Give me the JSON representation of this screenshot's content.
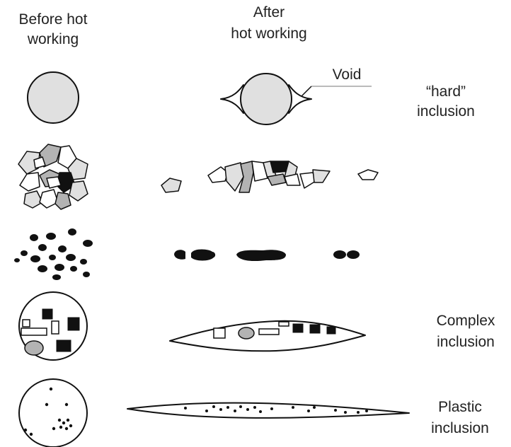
{
  "headers": {
    "before_line1": "Before hot",
    "before_line2": "working",
    "after_line1": "After",
    "after_line2": "hot working"
  },
  "labels": {
    "void": "Void",
    "hard_line1": "“hard”",
    "hard_line2": "inclusion",
    "complex_line1": "Complex",
    "complex_line2": "inclusion",
    "plastic_line1": "Plastic",
    "plastic_line2": "inclusion"
  },
  "colors": {
    "ink": "#111111",
    "fill_light": "#e0e0e0",
    "fill_mid": "#b3b3b3",
    "fill_dark": "#111111",
    "text": "#222222"
  }
}
